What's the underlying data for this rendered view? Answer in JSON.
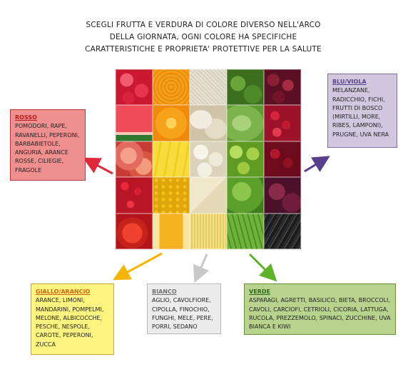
{
  "title": {
    "line1": "SCEGLI FRUTTA  E VERDURA  DI COLORE DIVERSO NELL'ARCO",
    "line2": "DELLA GIORNATA, OGNI COLORE HA SPECIFICHE",
    "line3": "CARATTERISTICHE  E  PROPRIETA' PROTETTIVE PER LA SALUTE"
  },
  "groups": {
    "rosso": {
      "header": "ROSSO",
      "lines": [
        "POMODORI, RAPE,",
        "RAVANELLI, PEPERONI,",
        "BARBABIETOLE,",
        "ANGURIA,  ARANCE",
        "ROSSE, CILIEGIE,",
        "FRAGOLE"
      ],
      "color": "#e0283c"
    },
    "blu": {
      "header": "BLU/VIOLA",
      "lines": [
        "MELANZANE,",
        "RADICCHIO, FICHI,",
        "FRUTTI DI BOSCO",
        "(MIRTILLI, MORE,",
        "RIBES, LAMPONI),",
        "PRUGNE,  UVA NERA"
      ],
      "color": "#5b3f8f"
    },
    "giallo": {
      "header": "GIALLO/ARANCIO",
      "lines": [
        "ARANCE,  LIMONI,",
        "MANDARINI, POMPELMI,",
        "MELONE, ALBICOCCHE,",
        "PESCHE, NESPOLE,",
        "CAROTE, PEPERONI,",
        "ZUCCA"
      ],
      "color": "#f4b400"
    },
    "bianco": {
      "header": "BIANCO",
      "lines": [
        "AGLIO, CAVOLFIORE,",
        "CIPOLLA, FINOCHIO,",
        "FUNGHI,  MELE, PERE,",
        "PORRI, SEDANO"
      ],
      "color": "#c8c8c8"
    },
    "verde": {
      "header": "VERDE",
      "lines": [
        "ASPARAGI, AGRETTI, BASILICO, BIETA, BROCCOLI,",
        "CAVOLI, CARCIOFI, CETRIOLI, CICORIA, LATTUGA,",
        "RUCOLA,  PREZZEMOLO, SPINACI, ZUCCHINE, UVA",
        "BIANCA  E KIWI"
      ],
      "color": "#5fb32a"
    }
  }
}
